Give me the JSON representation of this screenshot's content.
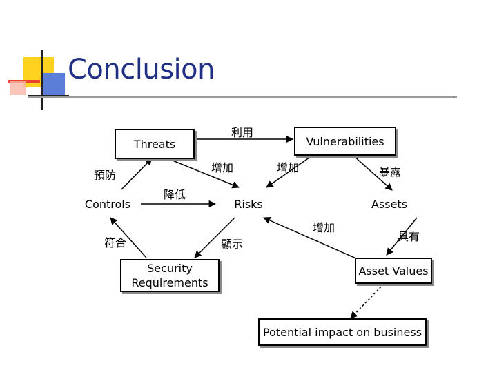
{
  "slide": {
    "title": "Conclusion"
  },
  "nodes": {
    "threats": "Threats",
    "vulnerabilities": "Vulnerabilities",
    "controls": "Controls",
    "risks": "Risks",
    "assets": "Assets",
    "security_requirements": "Security Requirements",
    "asset_values": "Asset Values",
    "potential_impact": "Potential impact on business"
  },
  "edge_labels": {
    "exploit": "利用",
    "increase_threats_risks": "增加",
    "increase_vuln_risks": "增加",
    "expose": "暴露",
    "protect": "預防",
    "reduce": "降低",
    "increase_assetvalues_risks": "增加",
    "have": "具有",
    "meet": "符合",
    "indicate": "顯示"
  },
  "colors": {
    "title": "#1f2f86",
    "accent_yellow": "#ffd21f",
    "accent_blue": "#3b5fc8",
    "accent_red": "#e8452c"
  }
}
